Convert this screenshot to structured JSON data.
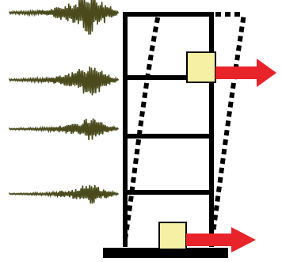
{
  "diagram": {
    "colors": {
      "background": "#ffffff",
      "frame": "#000000",
      "deformed_frame": "#000000",
      "ground": "#000000",
      "waveform": "#4a4a1c",
      "mass_fill": "#f5f0a3",
      "mass_stroke": "#000000",
      "force_arrow": "#e8232a"
    },
    "waveforms": [
      {
        "id": "record-1",
        "amplitude": 1.0
      },
      {
        "id": "record-2",
        "amplitude": 0.75
      },
      {
        "id": "record-3",
        "amplitude": 0.55
      },
      {
        "id": "record-4",
        "amplitude": 0.4
      }
    ],
    "stories": 4,
    "masses": [
      {
        "id": "upper-mass",
        "has_force_arrow": true,
        "force_relative": 1.0
      },
      {
        "id": "ground-mass",
        "has_force_arrow": true,
        "force_relative": 0.7
      }
    ],
    "icons": [
      "seismic-wave-icon",
      "building-frame-icon",
      "force-arrow-icon"
    ]
  }
}
